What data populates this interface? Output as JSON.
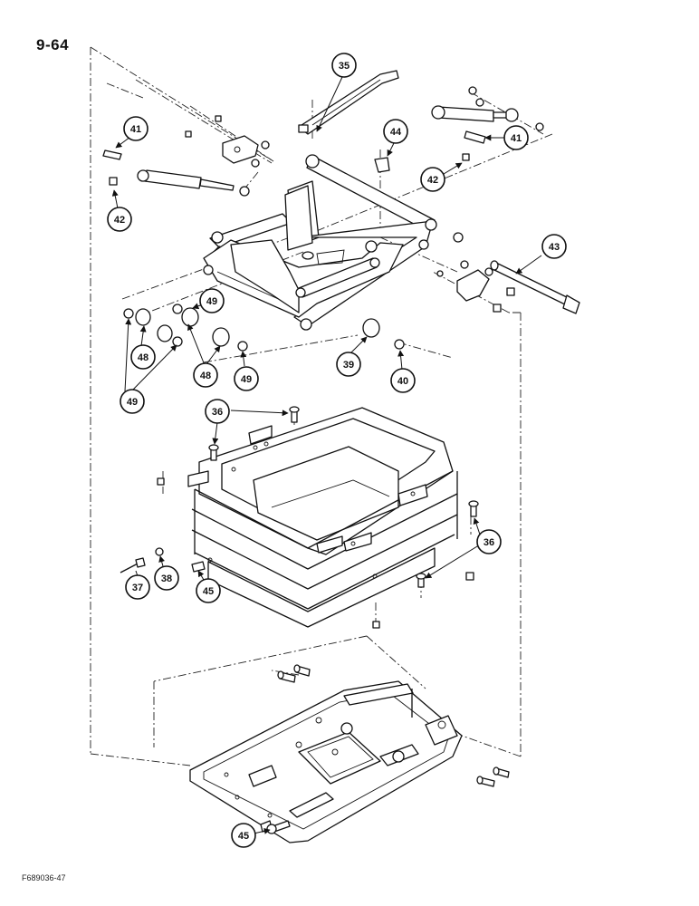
{
  "header": {
    "page_number": "9-64"
  },
  "footer": {
    "figure_id": "F689036-47"
  },
  "callouts": {
    "c35": "35",
    "c41a": "41",
    "c41b": "41",
    "c44": "44",
    "c42a": "42",
    "c42b": "42",
    "c43": "43",
    "c49a": "49",
    "c49b": "49",
    "c49c": "49",
    "c48a": "48",
    "c48b": "48",
    "c39": "39",
    "c40": "40",
    "c36a": "36",
    "c36b": "36",
    "c37": "37",
    "c38": "38",
    "c45a": "45",
    "c45b": "45"
  }
}
